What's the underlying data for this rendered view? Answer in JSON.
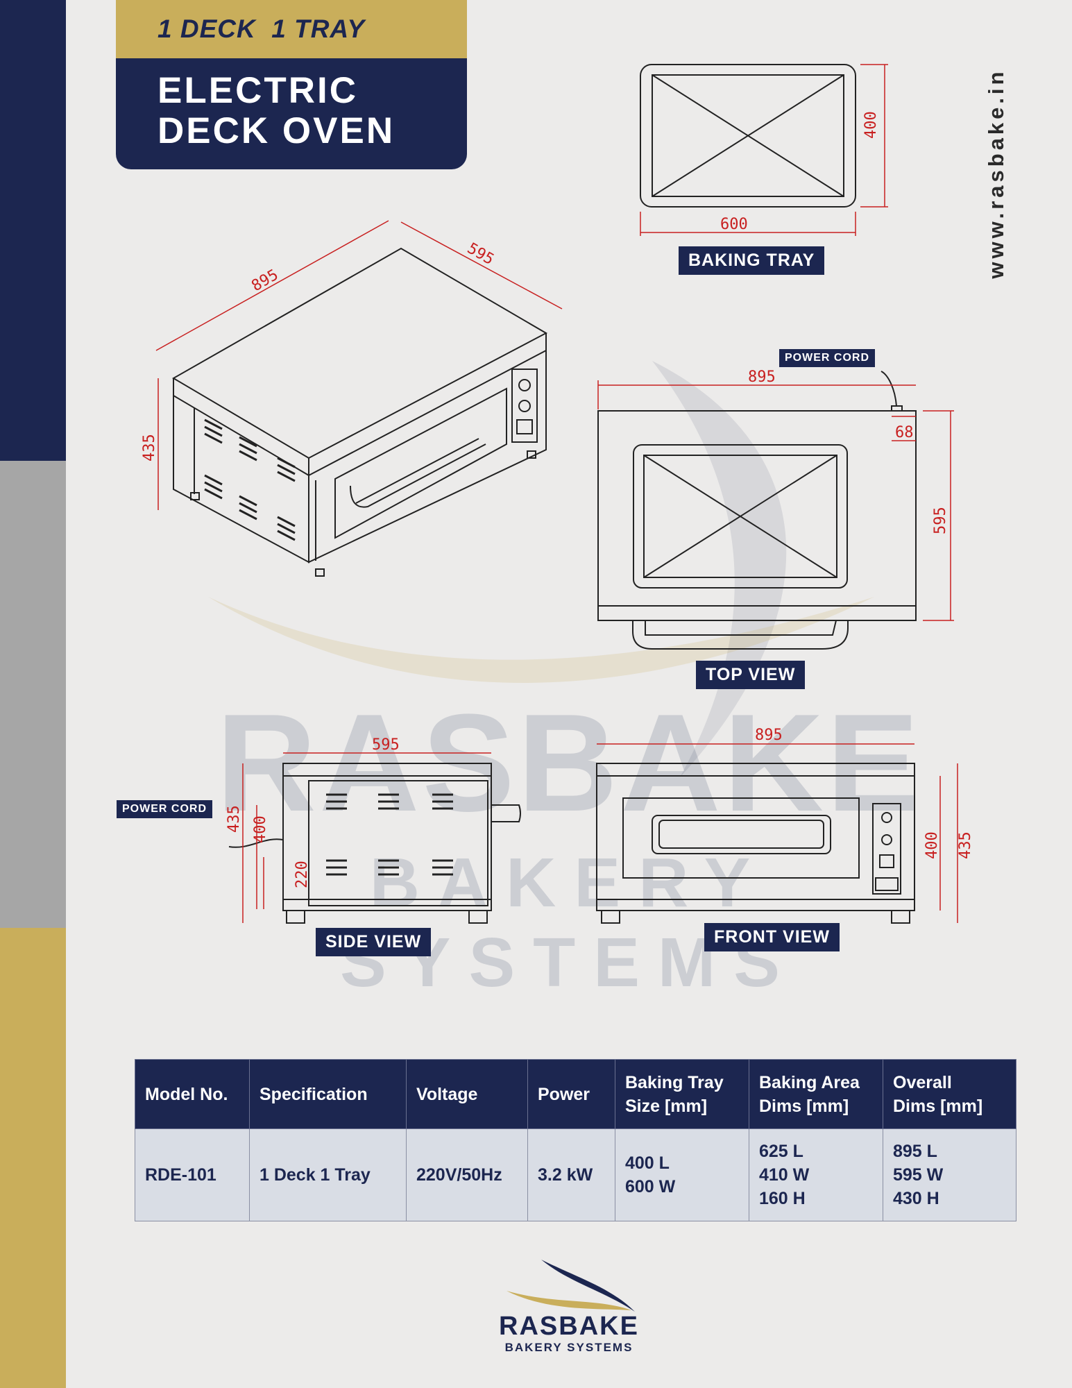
{
  "header": {
    "subtitle": "1 DECK  1 TRAY",
    "title_line1": "ELECTRIC",
    "title_line2": "DECK OVEN"
  },
  "website": "www.rasbake.in",
  "watermark": {
    "line1": "RASBAKE",
    "line2": "BAKERY SYSTEMS"
  },
  "views": {
    "baking_tray": "BAKING TRAY",
    "top_view": "TOP VIEW",
    "side_view": "SIDE VIEW",
    "front_view": "FRONT VIEW",
    "power_cord_top": "POWER CORD",
    "power_cord_side": "POWER CORD"
  },
  "dimensions": {
    "tray_height": "400",
    "tray_width": "600",
    "iso_length": "895",
    "iso_depth": "595",
    "iso_height": "435",
    "top_length": "895",
    "top_cord": "68",
    "top_depth": "595",
    "side_depth": "595",
    "side_height": "435",
    "side_inner": "400",
    "side_leg": "220",
    "front_length": "895",
    "front_inner": "400",
    "front_height": "435"
  },
  "table": {
    "headers": [
      "Model No.",
      "Specification",
      "Voltage",
      "Power",
      "Baking Tray\nSize [mm]",
      "Baking Area\nDims [mm]",
      "Overall\nDims [mm]"
    ],
    "row": [
      "RDE-101",
      "1 Deck 1 Tray",
      "220V/50Hz",
      "3.2 kW",
      "400 L\n600 W",
      "625 L\n410 W\n160 H",
      "895 L\n595 W\n430 H"
    ]
  },
  "logo": {
    "name": "RASBAKE",
    "tagline": "BAKERY SYSTEMS"
  },
  "colors": {
    "navy": "#1c2650",
    "gold": "#c9ae5b",
    "gray": "#a6a6a6",
    "dimension_red": "#c82020"
  }
}
